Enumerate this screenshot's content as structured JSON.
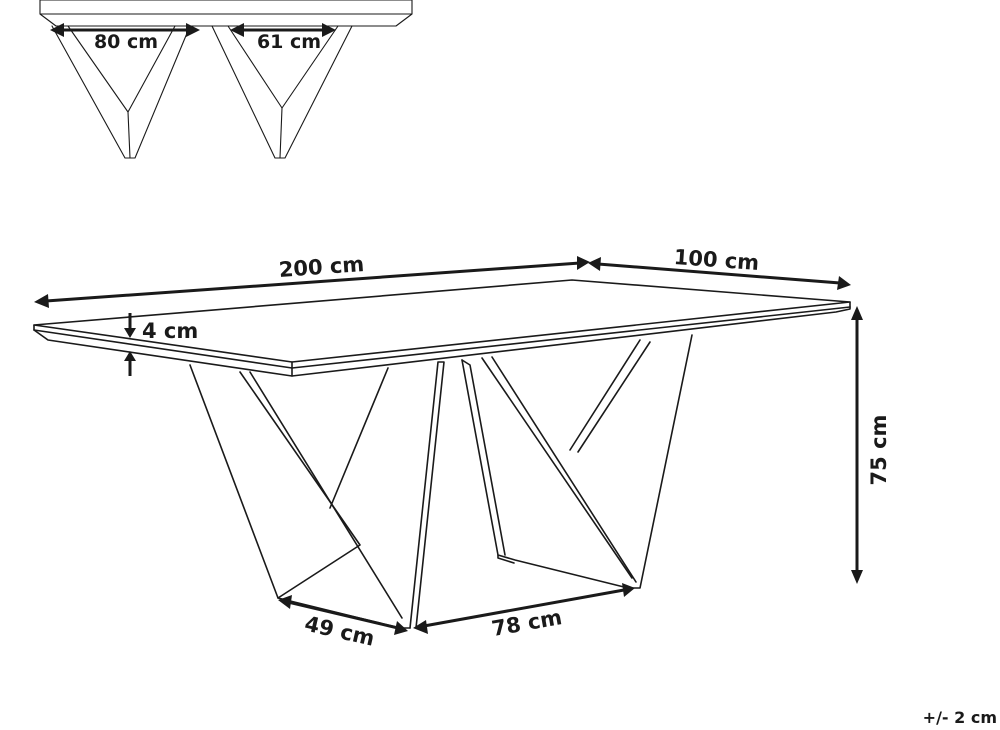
{
  "side_view": {
    "width_label": "80 cm",
    "gap_label": "61 cm"
  },
  "main_view": {
    "length_label": "200 cm",
    "depth_label": "100 cm",
    "top_thickness_label": "4 cm",
    "height_label": "75 cm",
    "leg_depth_label": "49 cm",
    "leg_span_label": "78 cm"
  },
  "tolerance_label": "+/- 2 cm"
}
